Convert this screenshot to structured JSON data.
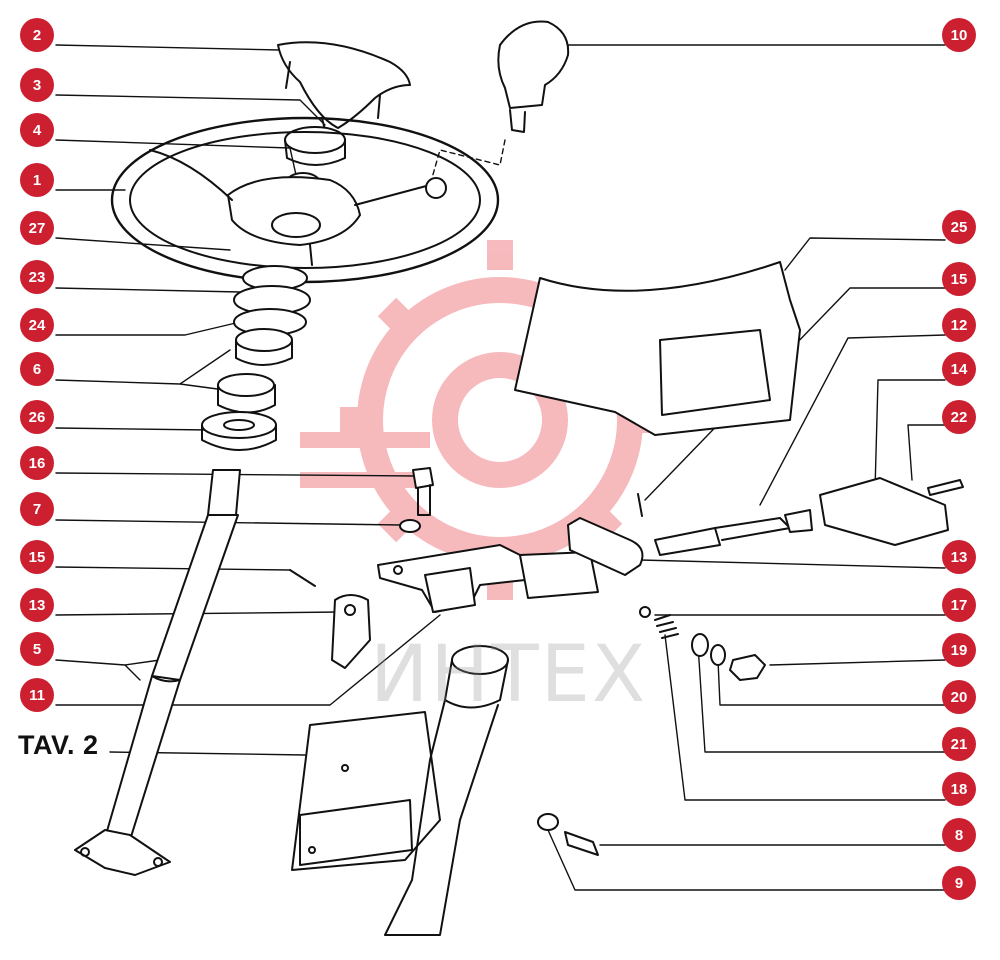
{
  "plate": {
    "label": "TAV. 2"
  },
  "watermark": {
    "text": "ИНТЕХ"
  },
  "colors": {
    "callout_badge": "#cc1f2f",
    "callout_text": "#ffffff",
    "watermark": "#f4a3a8",
    "line_art": "#111111"
  },
  "callouts": [
    {
      "id": "c2",
      "label": "2"
    },
    {
      "id": "c3",
      "label": "3"
    },
    {
      "id": "c4",
      "label": "4"
    },
    {
      "id": "c1",
      "label": "1"
    },
    {
      "id": "c27",
      "label": "27"
    },
    {
      "id": "c23",
      "label": "23"
    },
    {
      "id": "c24",
      "label": "24"
    },
    {
      "id": "c6",
      "label": "6"
    },
    {
      "id": "c26",
      "label": "26"
    },
    {
      "id": "c16",
      "label": "16"
    },
    {
      "id": "c7",
      "label": "7"
    },
    {
      "id": "c15a",
      "label": "15"
    },
    {
      "id": "c13a",
      "label": "13"
    },
    {
      "id": "c5",
      "label": "5"
    },
    {
      "id": "c11",
      "label": "11"
    },
    {
      "id": "c10",
      "label": "10"
    },
    {
      "id": "c25",
      "label": "25"
    },
    {
      "id": "c15b",
      "label": "15"
    },
    {
      "id": "c12",
      "label": "12"
    },
    {
      "id": "c14",
      "label": "14"
    },
    {
      "id": "c22",
      "label": "22"
    },
    {
      "id": "c13b",
      "label": "13"
    },
    {
      "id": "c17",
      "label": "17"
    },
    {
      "id": "c19",
      "label": "19"
    },
    {
      "id": "c20",
      "label": "20"
    },
    {
      "id": "c21",
      "label": "21"
    },
    {
      "id": "c18",
      "label": "18"
    },
    {
      "id": "c8",
      "label": "8"
    },
    {
      "id": "c9",
      "label": "9"
    }
  ]
}
